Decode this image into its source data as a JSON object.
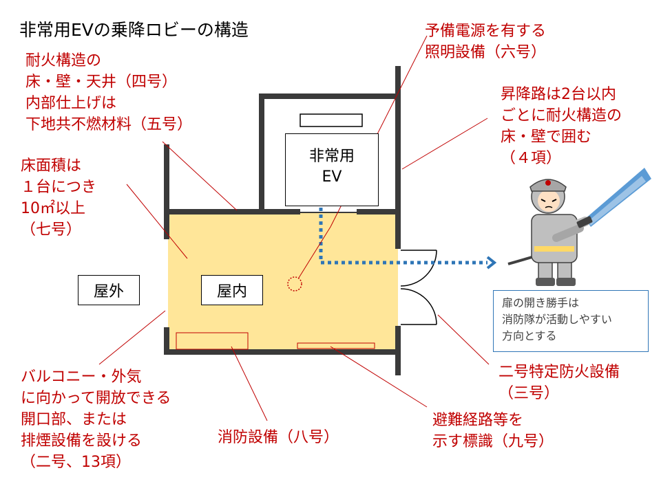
{
  "title": "非常用EVの乗降ロビーの構造",
  "ev_label": [
    "非常用",
    "EV"
  ],
  "labels": {
    "outdoor": "屋外",
    "indoor": "屋内"
  },
  "annotations": {
    "fire_structure": [
      "耐火構造の",
      "床・壁・天井（四号）",
      "内部仕上げは",
      "下地共不燃材料（五号）"
    ],
    "floor_area": [
      "床面積は",
      "１台につき",
      "10㎡以上",
      "（七号）"
    ],
    "lighting": [
      "予備電源を有する",
      "照明設備（六号）"
    ],
    "shaft": [
      "昇降路は2台以内",
      "ごとに耐火構造の",
      "床・壁で囲む",
      "（４項）"
    ],
    "opening": [
      "バルコニー・外気",
      "に向かって開放できる",
      "開口部、または",
      "排煙設備を設ける",
      "（二号、13項）"
    ],
    "fire_equipment": [
      "消防設備（八号）"
    ],
    "evacuation_sign": [
      "避難経路等を",
      "示す標識（九号）"
    ],
    "fire_door": [
      "二号特定防火設備",
      "（三号）"
    ]
  },
  "note": [
    "扉の開き勝手は",
    "消防隊が活動しやすい",
    "方向とする"
  ],
  "colors": {
    "annotation": "#c00000",
    "lobby_fill": "#ffe699",
    "wall": "#3a3a3a",
    "route": "#2e75b6",
    "note_border": "#2e75b6"
  },
  "icons": [
    "firefighter-icon",
    "fire-hose-water-icon",
    "route-arrow-icon",
    "light-fixture-circle-icon"
  ]
}
